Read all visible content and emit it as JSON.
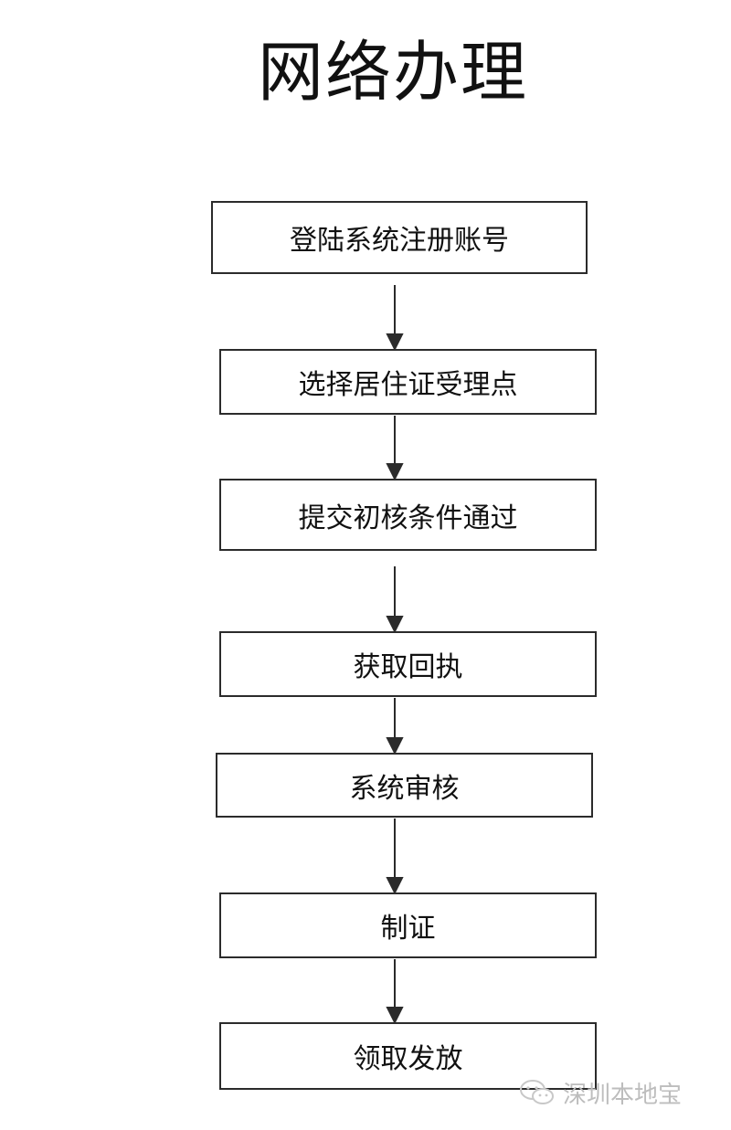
{
  "title": "网络办理",
  "steps": [
    {
      "label": "登陆系统注册账号"
    },
    {
      "label": "选择居住证受理点"
    },
    {
      "label": "提交初核条件通过"
    },
    {
      "label": "获取回执"
    },
    {
      "label": "系统审核"
    },
    {
      "label": "制证"
    },
    {
      "label": "领取发放"
    }
  ],
  "watermark": {
    "text": "深圳本地宝",
    "icon": "wechat-icon"
  },
  "colors": {
    "line": "#2b2b2b",
    "watermark": "#bdbdbd"
  }
}
